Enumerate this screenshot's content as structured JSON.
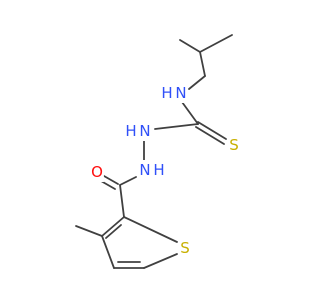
{
  "molecule": {
    "atoms": {
      "n_top": "N",
      "h_n_top": "H",
      "s_thio": "S",
      "n_mid": "N",
      "h_n_mid": "H",
      "o_carbonyl": "O",
      "n_low": "N",
      "h_n_low": "H",
      "s_ring": "S"
    },
    "colors": {
      "bond": "#404040",
      "nitrogen": "#3050F8",
      "sulfur": "#C8B000",
      "oxygen": "#FF0D0D"
    }
  }
}
